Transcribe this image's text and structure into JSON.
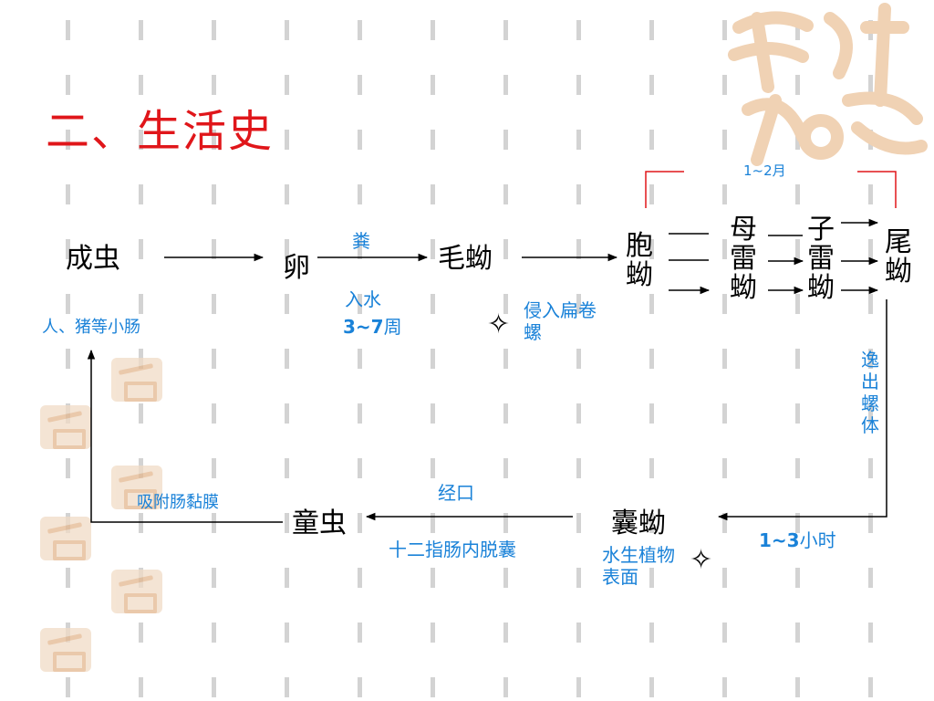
{
  "title": "二、生活史",
  "nodes": {
    "adult": "成虫",
    "egg": "卵",
    "miracidium": "毛蚴",
    "sporocyst": "胞蚴",
    "mother_redia": "母雷蚴",
    "daughter_redia": "子雷蚴",
    "cercaria": "尾蚴",
    "metacercaria": "囊蚴",
    "juvenile": "童虫"
  },
  "edge_labels": {
    "feces": "粪",
    "into_water": "入水",
    "weeks_prefix": "3~7",
    "weeks_suffix": "周",
    "invade_snail": "侵入扁卷螺",
    "months": "1~2月",
    "escape_snail": "逸出螺体",
    "hours_prefix": "1~3",
    "hours_suffix": "小时",
    "plant_surface": "水生植物表面",
    "oral": "经口",
    "excyst": "十二指肠内脱囊",
    "attach": "吸附肠黏膜",
    "host": "人、猪等小肠"
  },
  "colors": {
    "title": "#e0161a",
    "label": "#1a82d8",
    "bracket": "#e0161a",
    "arrow": "#000000"
  }
}
